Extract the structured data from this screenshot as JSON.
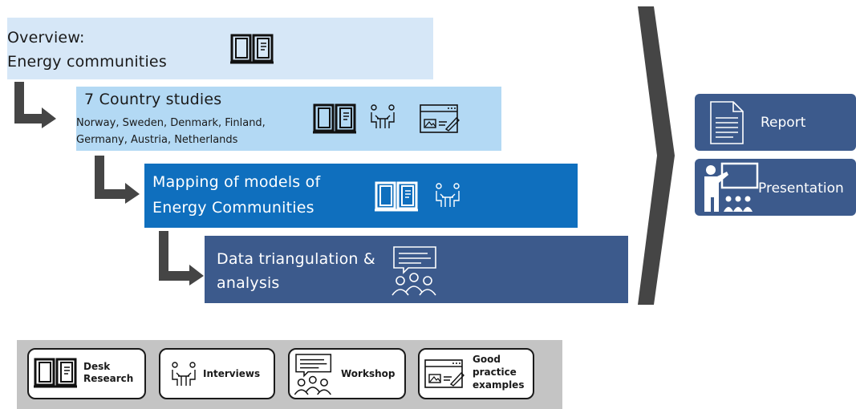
{
  "steps": {
    "overview": {
      "line1": "Overview:",
      "line2": "Energy communities"
    },
    "country": {
      "title": "7 Country studies",
      "line1": "Norway, Sweden, Denmark, Finland,",
      "line2": "Germany, Austria, Netherlands"
    },
    "mapping": {
      "line1": "Mapping of models of",
      "line2": "Energy Communities"
    },
    "triangulation": {
      "line1": "Data triangulation &",
      "line2": "analysis"
    }
  },
  "outputs": {
    "report": "Report",
    "presentation": "Presentation"
  },
  "legend": {
    "desk": {
      "line1": "Desk",
      "line2": "Research"
    },
    "interviews": "Interviews",
    "workshop": "Workshop",
    "good": {
      "line1": "Good",
      "line2": "practice",
      "line3": "examples"
    }
  },
  "colors": {
    "light_blue": "#d6e7f7",
    "mid_light_blue": "#b3d9f4",
    "blue": "#0f6fbe",
    "navy": "#3c5a8c",
    "arrow_gray": "#454545",
    "legend_gray": "#c4c4c4"
  },
  "icons": [
    "book-icon",
    "interview-icon",
    "good-practice-icon",
    "workshop-icon",
    "document-icon",
    "presenter-icon"
  ]
}
